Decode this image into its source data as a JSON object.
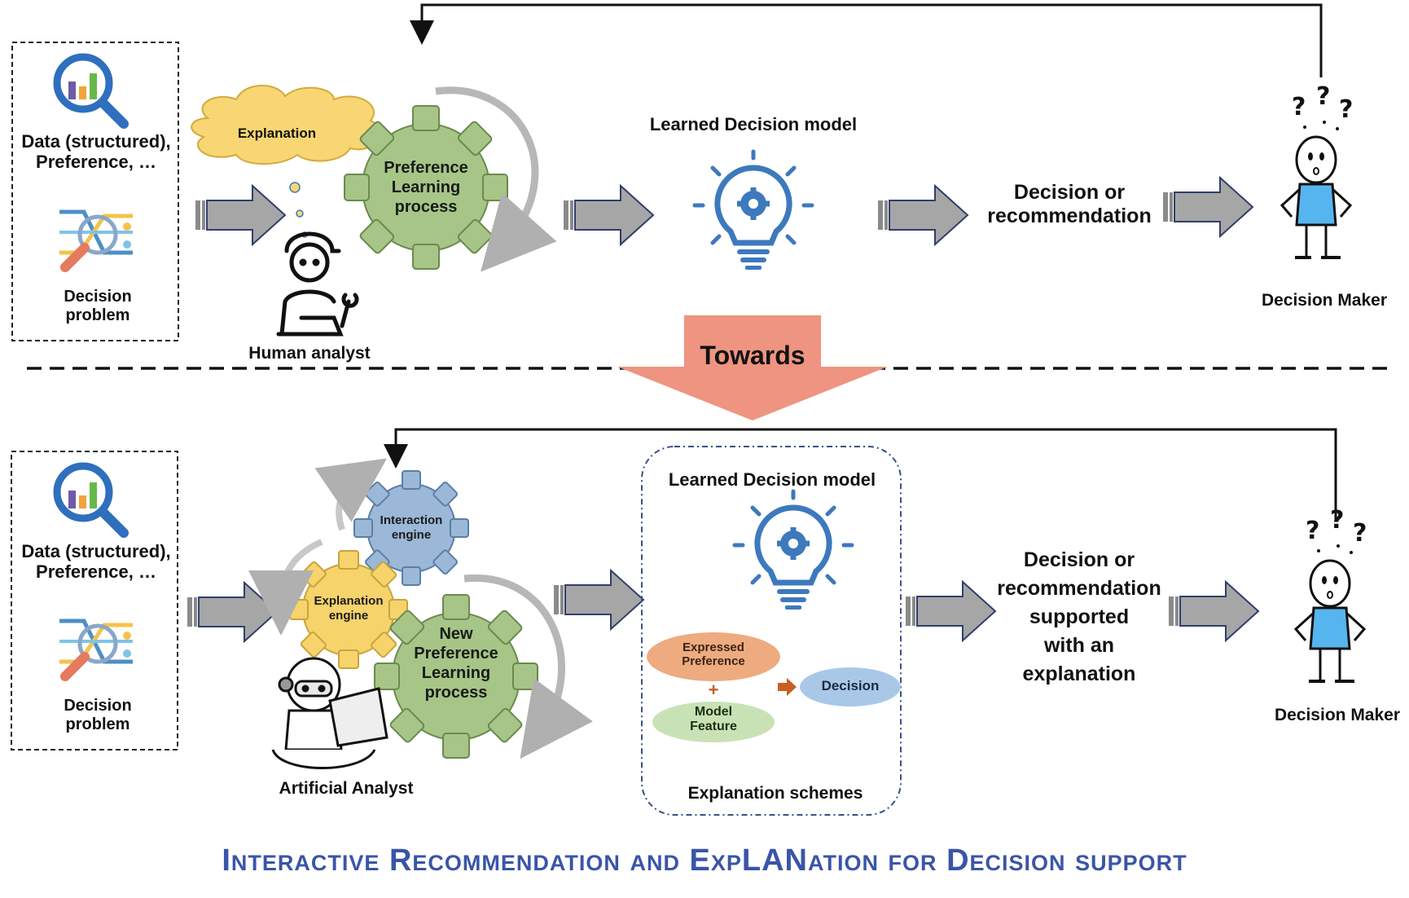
{
  "top": {
    "input_box": {
      "data_label": "Data  (structured),\nPreference, …",
      "problem_label": "Decision\nproblem"
    },
    "explanation_cloud": "Explanation",
    "gear_label": "Preference\nLearning\nprocess",
    "analyst_label": "Human analyst",
    "model_label": "Learned Decision model",
    "output_label": "Decision or\nrecommendation",
    "dm_label": "Decision Maker"
  },
  "towards": "Towards",
  "bottom": {
    "input_box": {
      "data_label": "Data  (structured),\nPreference, …",
      "problem_label": "Decision\nproblem"
    },
    "interaction_gear": "Interaction\nengine",
    "explanation_gear": "Explanation\nengine",
    "new_gear": "New\nPreference\nLearning\nprocess",
    "analyst_label": "Artificial Analyst",
    "model_label": "Learned Decision model",
    "scheme": {
      "expressed": "Expressed\nPreference",
      "model_feature": "Model\nFeature",
      "decision": "Decision",
      "plus": "+",
      "caption": "Explanation schemes"
    },
    "output_label": "Decision or\nrecommendation\nsupported\nwith an\nexplanation",
    "dm_label": "Decision Maker"
  },
  "footer_title": "Interactive Recommendation and ExpLANation for Decision support",
  "colors": {
    "gear_green": "#a6c587",
    "gear_blue": "#9bb8d8",
    "gear_yellow": "#f6d36b",
    "cloud": "#f7d673",
    "arrow_grey": "#a6a6a6",
    "towards": "#ee9480",
    "title": "#3a55a8",
    "bulb": "#3d79bd",
    "shirt": "#56b5ef"
  }
}
